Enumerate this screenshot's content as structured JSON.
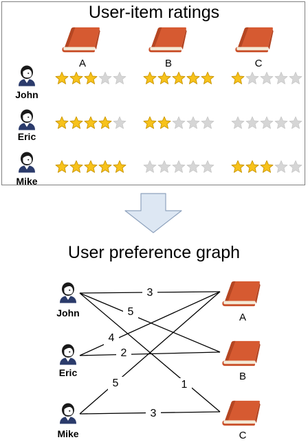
{
  "ratings_panel": {
    "title": "User-item ratings",
    "items": [
      {
        "label": "A"
      },
      {
        "label": "B"
      },
      {
        "label": "C"
      }
    ],
    "users": [
      {
        "name": "John",
        "ratings": [
          3,
          5,
          1
        ]
      },
      {
        "name": "Eric",
        "ratings": [
          4,
          2,
          0
        ]
      },
      {
        "name": "Mike",
        "ratings": [
          5,
          0,
          3
        ]
      }
    ],
    "max_stars": 5
  },
  "graph": {
    "title": "User preference graph",
    "users": [
      {
        "name": "John"
      },
      {
        "name": "Eric"
      },
      {
        "name": "Mike"
      }
    ],
    "items": [
      {
        "label": "A"
      },
      {
        "label": "B"
      },
      {
        "label": "C"
      }
    ],
    "edges": [
      {
        "user": "John",
        "item": "A",
        "weight": "3"
      },
      {
        "user": "John",
        "item": "B",
        "weight": "5"
      },
      {
        "user": "John",
        "item": "C",
        "weight": "1"
      },
      {
        "user": "Eric",
        "item": "A",
        "weight": "4"
      },
      {
        "user": "Eric",
        "item": "B",
        "weight": "2"
      },
      {
        "user": "Mike",
        "item": "A",
        "weight": "5"
      },
      {
        "user": "Mike",
        "item": "C",
        "weight": "3"
      }
    ]
  },
  "colors": {
    "star_filled": "#f7c21b",
    "star_filled_stroke": "#c99400",
    "star_empty": "#d6d6d6",
    "book_cover": "#c9502a",
    "book_pages": "#f4ead6",
    "arrow_fill": "#dde7f3",
    "arrow_stroke": "#8ea2bd",
    "edge": "#000000"
  }
}
